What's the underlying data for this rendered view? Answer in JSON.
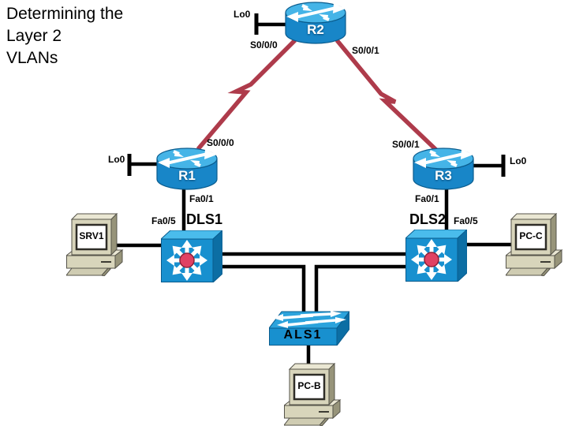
{
  "title": {
    "lines": [
      "Determining the",
      "Layer 2",
      "VLANs"
    ]
  },
  "colors": {
    "link_black": "#000000",
    "serial_link_red": "#AE3B4B",
    "device_blue": "#1890CF",
    "device_blue_light": "#4ABCEC",
    "device_blue_dark": "#0C6EA4",
    "switch_core_red": "#E04163",
    "computer_beige": "#D8D5BB"
  },
  "devices": {
    "r1": {
      "label": "R1",
      "type": "router"
    },
    "r2": {
      "label": "R2",
      "type": "router"
    },
    "r3": {
      "label": "R3",
      "type": "router"
    },
    "dls1": {
      "label": "DLS1",
      "type": "multilayer-switch"
    },
    "dls2": {
      "label": "DLS2",
      "type": "multilayer-switch"
    },
    "als1": {
      "label": "ALS1",
      "type": "workgroup-switch"
    },
    "srv1": {
      "label": "SRV1",
      "type": "server"
    },
    "pc_c": {
      "label": "PC-C",
      "type": "pc"
    },
    "pc_b": {
      "label": "PC-B",
      "type": "pc"
    }
  },
  "interfaces": {
    "r2_lo0": "Lo0",
    "r2_left": "S0/0/0",
    "r2_right": "S0/0/1",
    "r1_serial": "S0/0/0",
    "r3_serial": "S0/0/1",
    "r1_lo0": "Lo0",
    "r3_lo0": "Lo0",
    "r1_fa": "Fa0/1",
    "r3_fa": "Fa0/1",
    "dls1_fa": "Fa0/5",
    "dls2_fa": "Fa0/5"
  }
}
